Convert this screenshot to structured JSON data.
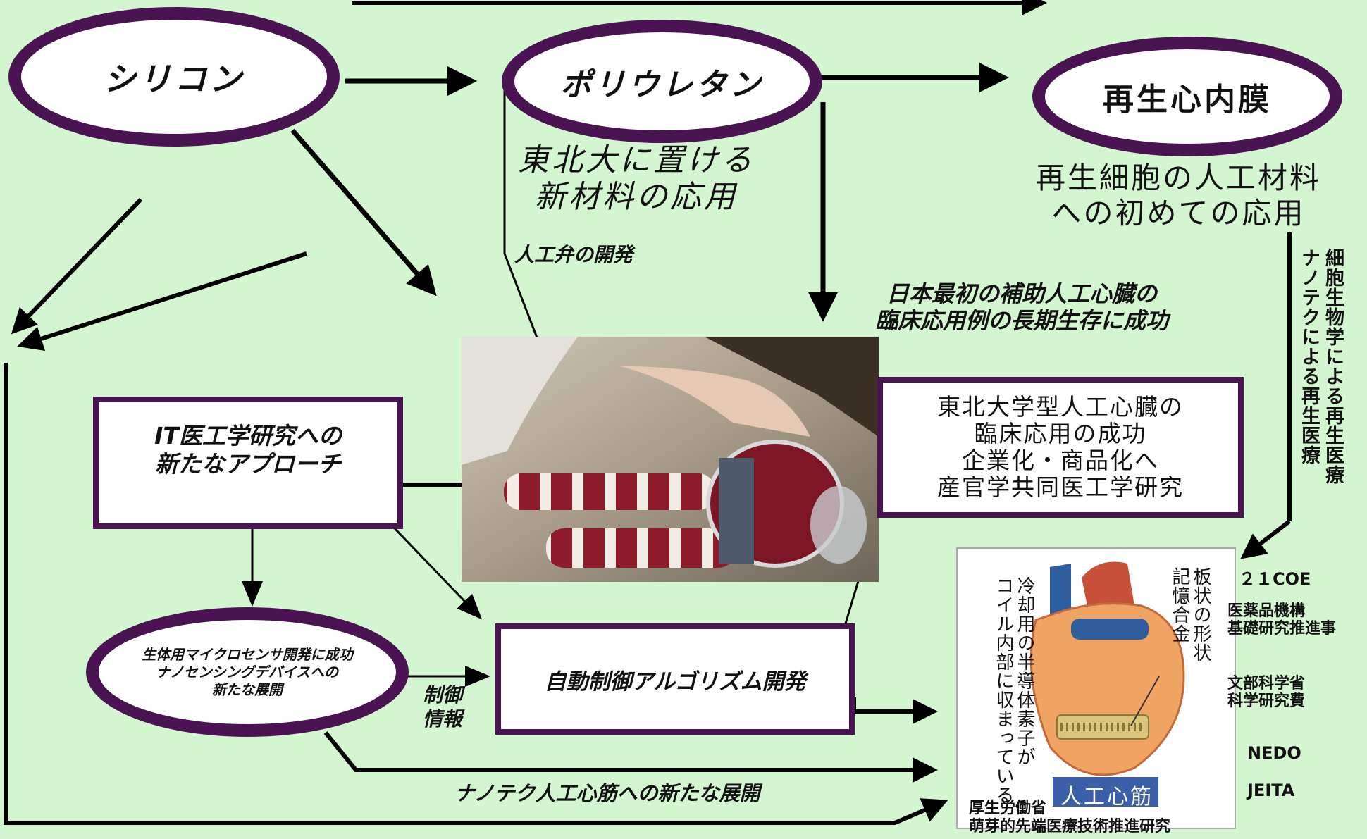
{
  "nodes": {
    "silicone": "シリコン",
    "polyurethane": "ポリウレタン",
    "regenerated_endocardium": "再生心内膜",
    "it_approach_line1": "IT医工学研究への",
    "it_approach_line2": "新たなアプローチ",
    "microsensor_line1": "生体用マイクロセンサ開発に成功",
    "microsensor_line2": "ナノセンシングデバイスへの",
    "microsensor_line3": "新たな展開",
    "auto_control": "自動制御アルゴリズム開発",
    "tohoku_heart_line1": "東北大学型人工心臓の",
    "tohoku_heart_line2": "臨床応用の成功",
    "tohoku_heart_line3": "企業化・商品化へ",
    "tohoku_heart_line4": "産官学共同医工学研究"
  },
  "labels": {
    "new_material_line1": "東北大に置ける",
    "new_material_line2": "新材料の応用",
    "regen_cells_line1": "再生細胞の人工材料",
    "regen_cells_line2": "への初めての応用",
    "artificial_valve": "人工弁の開発",
    "first_vad_line1": "日本最初の補助人工心臓の",
    "first_vad_line2": "臨床応用例の長期生存に成功",
    "control_info_line1": "制御",
    "control_info_line2": "情報",
    "nanotech_muscle": "ナノテク人工心筋への新たな展開",
    "vertical_cell_bio": "細胞生物学による再生医療",
    "vertical_nanotech": "ナノテクによる再生医療"
  },
  "funding": {
    "coe21": "２１COE",
    "pmda_line1": "医薬品機構",
    "pmda_line2": "基礎研究推進事",
    "mext_line1": "文部科学省",
    "mext_line2": "科学研究費",
    "nedo": "NEDO",
    "jeita": "JEITA",
    "mhlw_line1": "厚生労働省",
    "mhlw_line2": "萌芽的先端医療技術推進研究"
  },
  "illustration": {
    "muscle_label": "人工心筋",
    "callout_memory_line1": "板状の形状",
    "callout_memory_line2": "記憶合金",
    "callout_coil_line1": "冷却用の半導体素子が",
    "callout_coil_line2": "コイル内部に収まっている"
  },
  "colors": {
    "background": "#d3f5d0",
    "node_border": "#4a1452",
    "arrow": "#000000"
  }
}
